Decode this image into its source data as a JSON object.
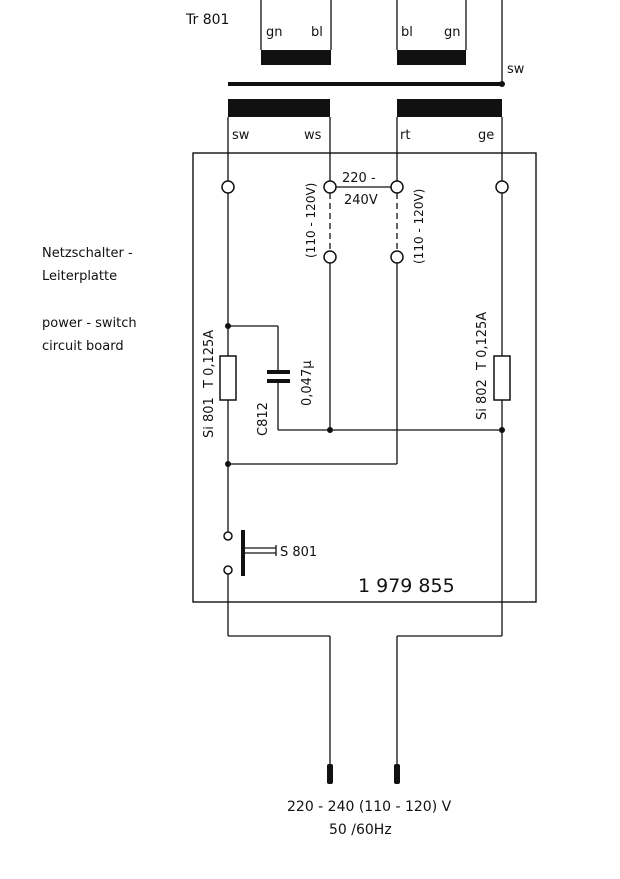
{
  "transformer": {
    "ref": "Tr 801",
    "top_left_wires": [
      "gn",
      "bl"
    ],
    "top_right_wires": [
      "bl",
      "gn"
    ],
    "screen_wire": "sw",
    "bottom_left_wires": [
      "sw",
      "ws"
    ],
    "bottom_right_wires": [
      "rt",
      "ge"
    ]
  },
  "board": {
    "label_de_line1": "Netzschalter -",
    "label_de_line2": "Leiterplatte",
    "label_en_line1": "power - switch",
    "label_en_line2": "circuit board",
    "part_number": "1 979 855"
  },
  "voltage_select": {
    "high_line1": "220 -",
    "high_line2": "240V",
    "low_left": "(110 - 120V)",
    "low_right": "(110 - 120V)"
  },
  "fuse_left": {
    "ref": "Si 801",
    "rating": "T 0,125A"
  },
  "fuse_right": {
    "ref": "Si 802",
    "rating": "T 0,125A"
  },
  "capacitor": {
    "ref": "C812",
    "value": "0,047µ"
  },
  "switch": {
    "ref": "S 801"
  },
  "mains": {
    "voltage": "220 - 240 (110 - 120) V",
    "frequency": "50 /60Hz"
  }
}
